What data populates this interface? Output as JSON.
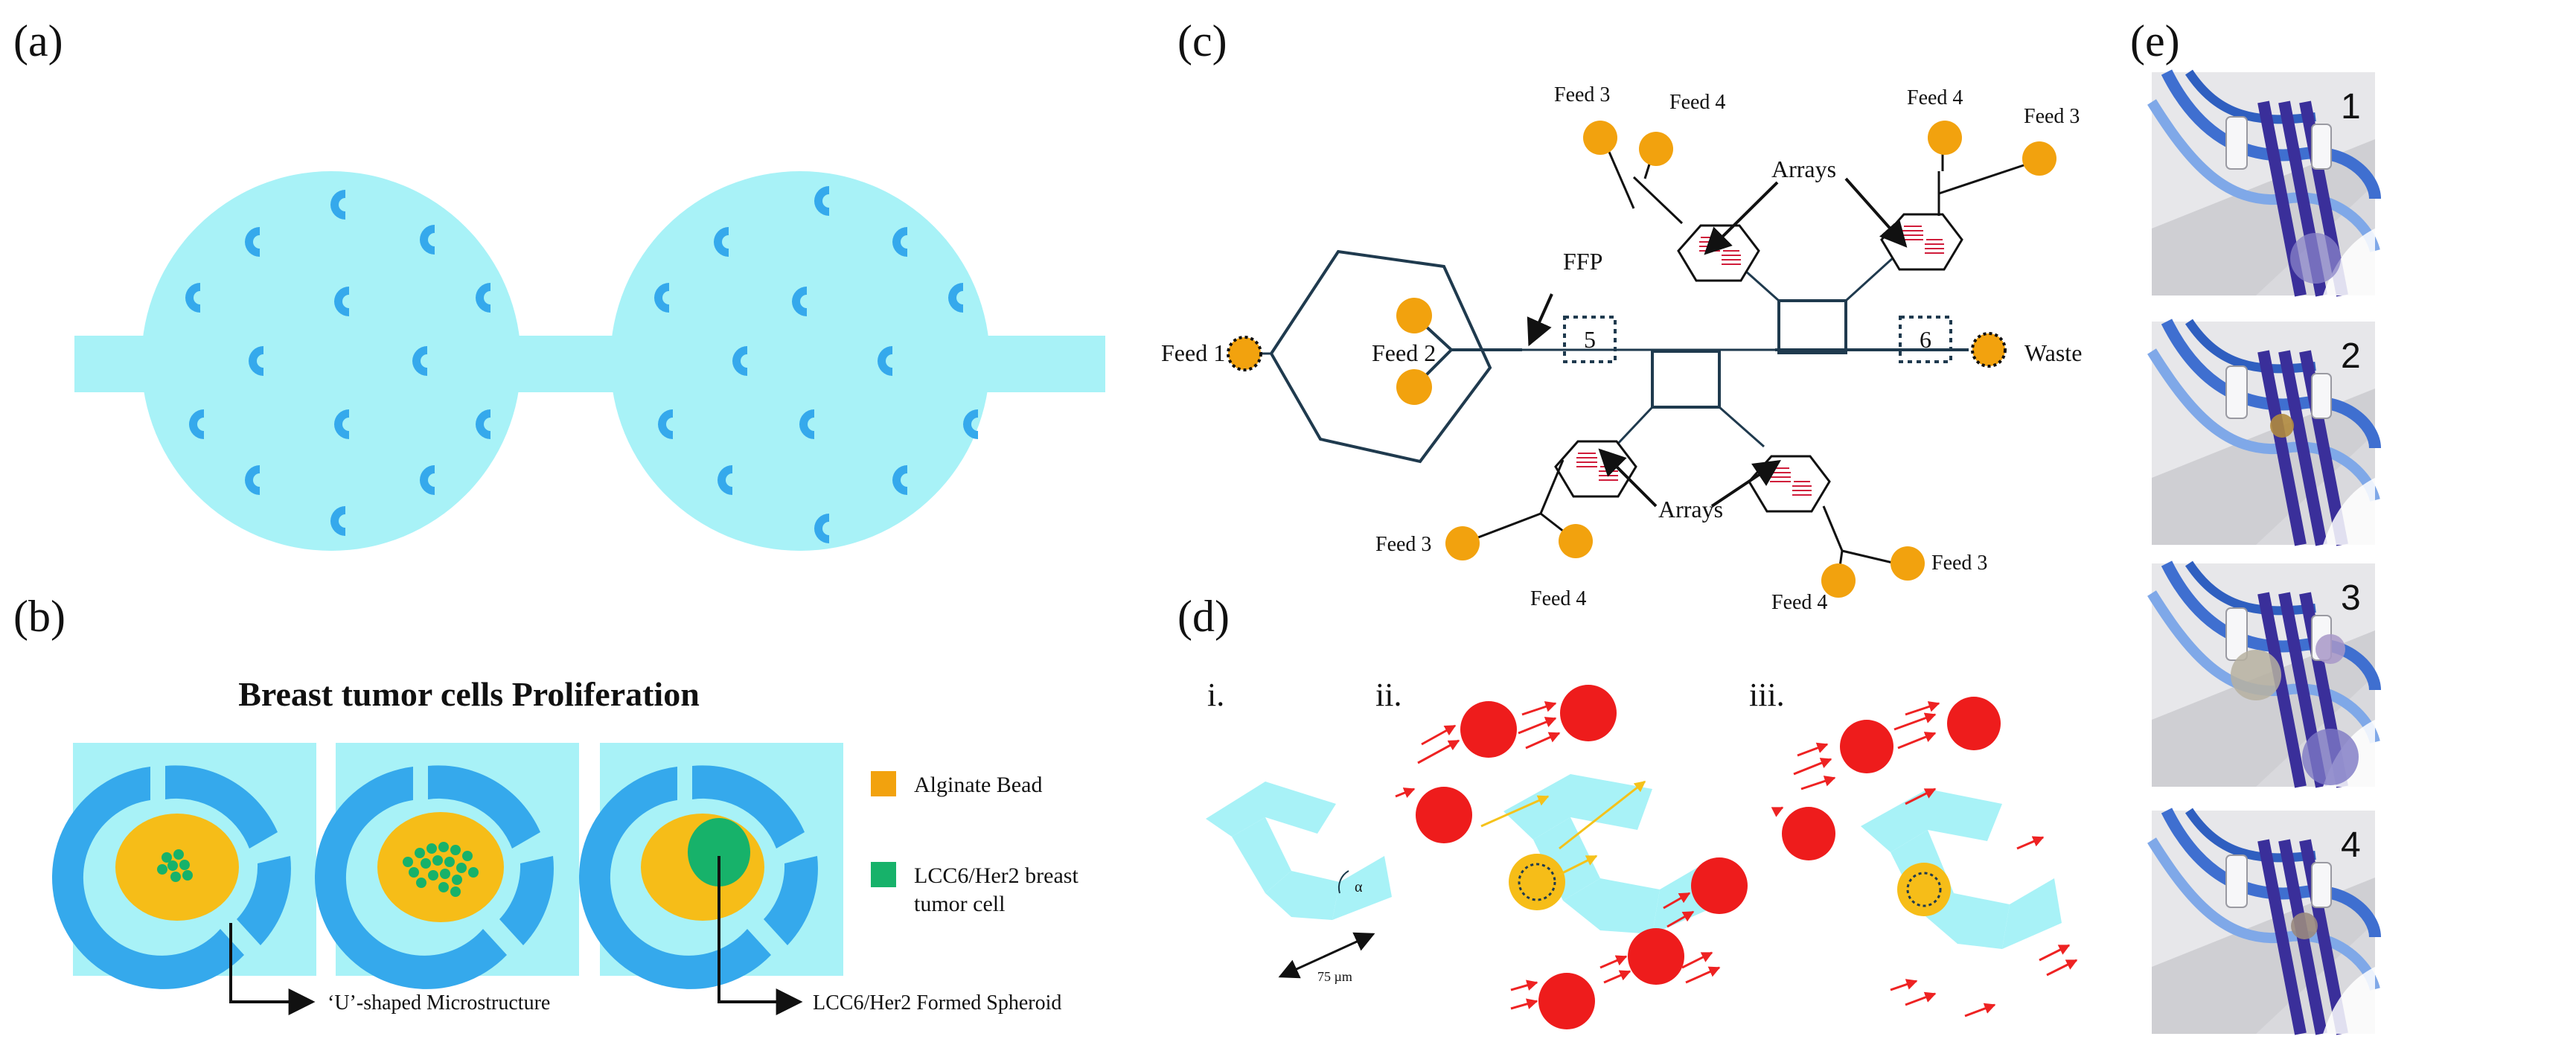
{
  "colors": {
    "channel_fill": "#a8f2f7",
    "trap_blue": "#35a9ec",
    "bead_orange": "#f2a20e",
    "bead_yellow": "#f6bd18",
    "tumor_green": "#17b26a",
    "red_cell": "#ee1c1c",
    "diagram_line": "#1f3a4e",
    "arrow_red": "#ee2222",
    "arrow_yellow": "#f5c21a"
  },
  "panels": {
    "a": {
      "letter": "(a)"
    },
    "b": {
      "letter": "(b)",
      "title": "Breast tumor cells Proliferation",
      "legend": [
        {
          "label_lines": [
            "Alginate Bead"
          ],
          "color": "#f2a20e",
          "icon": "orange-square-icon"
        },
        {
          "label_lines": [
            "LCC6/Her2 breast",
            "tumor cell"
          ],
          "color": "#17b26a",
          "icon": "green-square-icon"
        }
      ],
      "annotations": [
        "‘U’-shaped Microstructure",
        "LCC6/Her2 Formed Spheroid"
      ]
    },
    "c": {
      "letter": "(c)",
      "labels": {
        "feed1": "Feed 1",
        "feed2": "Feed 2",
        "waste": "Waste",
        "ffp": "FFP",
        "box5": "5",
        "box6": "6",
        "arrays_top": "Arrays",
        "arrays_bottom": "Arrays",
        "feed3_tl": "Feed 3",
        "feed4_tl": "Feed 4",
        "feed4_tr": "Feed 4",
        "feed3_tr": "Feed 3",
        "feed3_bl": "Feed 3",
        "feed4_bl": "Feed 4",
        "feed4_br": "Feed 4",
        "feed3_br": "Feed 3"
      }
    },
    "d": {
      "letter": "(d)",
      "sub_labels": [
        "i.",
        "ii.",
        "iii."
      ],
      "angle_symbol": "α",
      "scale_text": "75 µm"
    },
    "e": {
      "letter": "(e)",
      "frames": [
        "1",
        "2",
        "3",
        "4"
      ]
    }
  }
}
